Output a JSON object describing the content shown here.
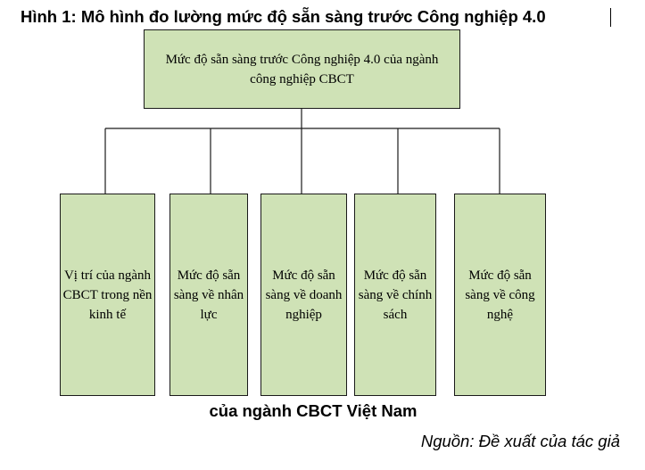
{
  "figure": {
    "title": "Hình 1: Mô hình đo lường mức độ sẵn sàng trước Công nghiệp 4.0",
    "title_continuation": "của ngành CBCT Việt Nam",
    "source": "Nguồn: Đề xuất của tác giả"
  },
  "diagram": {
    "root": "Mức độ sẵn sàng trước Công nghiệp 4.0 của ngành công nghiệp CBCT",
    "children": [
      "Vị trí của ngành CBCT trong nền kinh tế",
      "Mức độ sẵn sàng về nhân lực",
      "Mức độ sẵn sàng về doanh nghiệp",
      "Mức độ sẵn sàng về chính sách",
      "Mức độ sẵn sàng về công nghệ"
    ],
    "box_fill": "#cfe2b6",
    "line_color": "#1a1a1a"
  }
}
